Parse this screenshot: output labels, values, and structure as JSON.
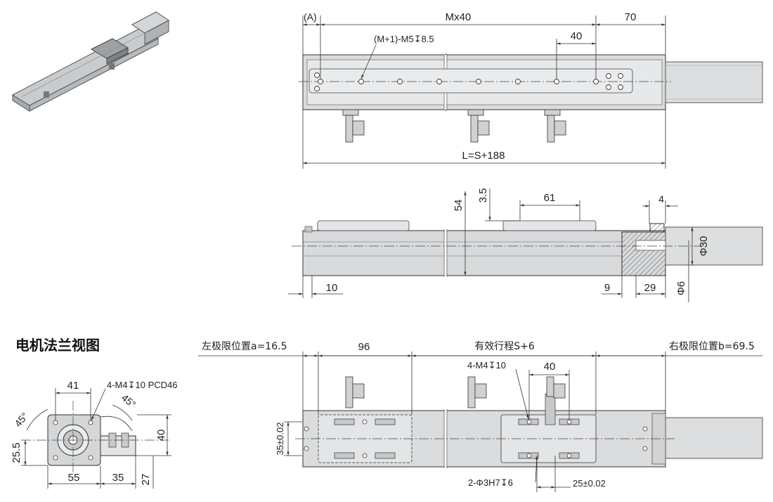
{
  "views": {
    "top": {
      "a_label": "(A)",
      "pitch_label": "Mx40",
      "end_label": "70",
      "hole_label": "(M+1)-M5↧8.5",
      "hole_pitch": "40",
      "length_label": "L=S+188"
    },
    "side": {
      "height_label": "54",
      "offset_label": "3.5",
      "carriage_label": "61",
      "flange_label": "4",
      "shaft_dia": "Φ30",
      "left_label": "10",
      "right_9": "9",
      "right_29": "29",
      "shaft_small": "Φ6"
    },
    "flange_view": {
      "title": "电机法兰视图",
      "width_top": "41",
      "pcd_label": "4-M4↧10 PCD46",
      "angle_left": "45°",
      "angle_right": "45°",
      "height_40": "40",
      "height_25_5": "25.5",
      "bottom_55": "55",
      "bottom_35": "35",
      "bottom_27": "27"
    },
    "bottom": {
      "left_limit": "左极限位置a=16.5",
      "span_96": "96",
      "stroke": "有效行程S+6",
      "right_limit": "右极限位置b=69.5",
      "tap_label": "4-M4↧10",
      "tap_pitch": "40",
      "height_tol": "35±0.02",
      "pin_label": "2-Φ3H7↧6",
      "pin_pitch": "25±0.02"
    }
  }
}
